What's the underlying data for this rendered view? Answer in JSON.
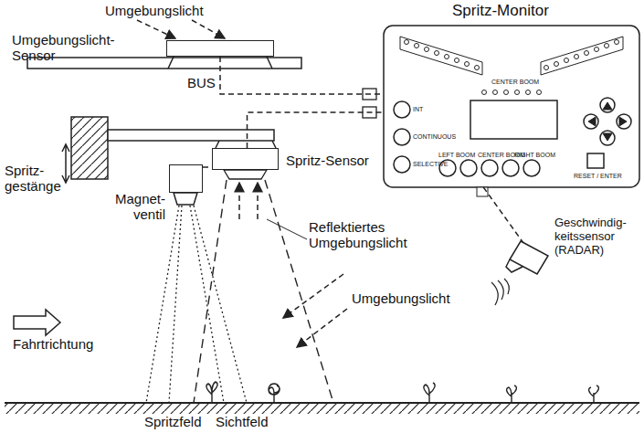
{
  "diagram": {
    "nodes": [
      {
        "text": [
          "Umgebungslicht- Sensor"
        ]
      },
      {
        "text": [
          "Spritz-Sensor"
        ]
      },
      {
        "text": [
          "Magnet- ventil"
        ]
      },
      {
        "text": [
          "Spritz-Monitor"
        ]
      },
      {
        "text": [
          "Geschwindig- keitssensor (RADAR)"
        ]
      }
    ],
    "edges": [
      {
        "from": 0,
        "to": 3,
        "arrow": "none"
      },
      {
        "from": 1,
        "to": 3,
        "arrow": "none"
      },
      {
        "from": 2,
        "to": 1,
        "arrow": "none"
      },
      {
        "from": 3,
        "to": 4,
        "arrow": "none"
      }
    ],
    "labels": [
      "Umgebungslicht",
      "BUS",
      "Spritz- gestänge",
      "Reflektiertes Umgebungslicht",
      "Umgebungslicht",
      "Fahrtrichtung",
      "Spritzfeld",
      "Sichtfeld",
      "CENTER BOOM",
      "INT",
      "CONTINUOUS",
      "SELECTIVE",
      "LEFT BOOM",
      "CENTER BOOM",
      "RIGHT BOOM",
      "RESET / ENTER"
    ]
  }
}
